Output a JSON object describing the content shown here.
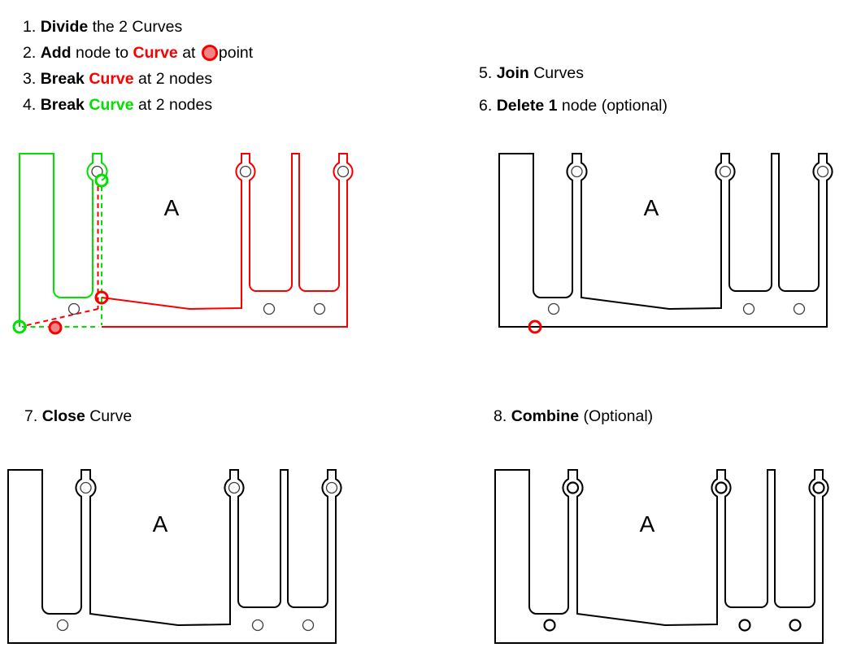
{
  "colors": {
    "green": "#00e100",
    "red": "#f80000",
    "node_fill": "#ef8585",
    "ink": "#000000"
  },
  "lists": {
    "steps1to4": [
      [
        {
          "t": "1. "
        },
        {
          "t": "Divide",
          "b": true
        },
        {
          "t": " the 2 Curves"
        }
      ],
      [
        {
          "t": "2. "
        },
        {
          "t": "Add",
          "b": true
        },
        {
          "t": " node to "
        },
        {
          "t": "Curve",
          "b": true,
          "c": "red"
        },
        {
          "t": " at "
        },
        {
          "dot": true
        },
        {
          "t": "point"
        }
      ],
      [
        {
          "t": "3. "
        },
        {
          "t": "Break",
          "b": true
        },
        {
          "t": " "
        },
        {
          "t": "Curve",
          "b": true,
          "c": "red"
        },
        {
          "t": " at 2 nodes"
        }
      ],
      [
        {
          "t": "4. "
        },
        {
          "t": "Break",
          "b": true
        },
        {
          "t": " "
        },
        {
          "t": "Curve",
          "b": true,
          "c": "green"
        },
        {
          "t": " at 2 nodes"
        }
      ]
    ],
    "steps5to6": [
      [
        {
          "t": "5. "
        },
        {
          "t": "Join",
          "b": true
        },
        {
          "t": " Curves"
        }
      ],
      [
        {
          "t": "6. "
        },
        {
          "t": "Delete 1",
          "b": true
        },
        {
          "t": " node (optional)"
        }
      ]
    ],
    "step7": [
      [
        {
          "t": "7. "
        },
        {
          "t": "Close",
          "b": true
        },
        {
          "t": " Curve"
        }
      ]
    ],
    "step8": [
      [
        {
          "t": "8. "
        },
        {
          "t": "Combine",
          "b": true
        },
        {
          "t": " (Optional)"
        }
      ]
    ]
  },
  "figures": {
    "a_label": "A"
  }
}
